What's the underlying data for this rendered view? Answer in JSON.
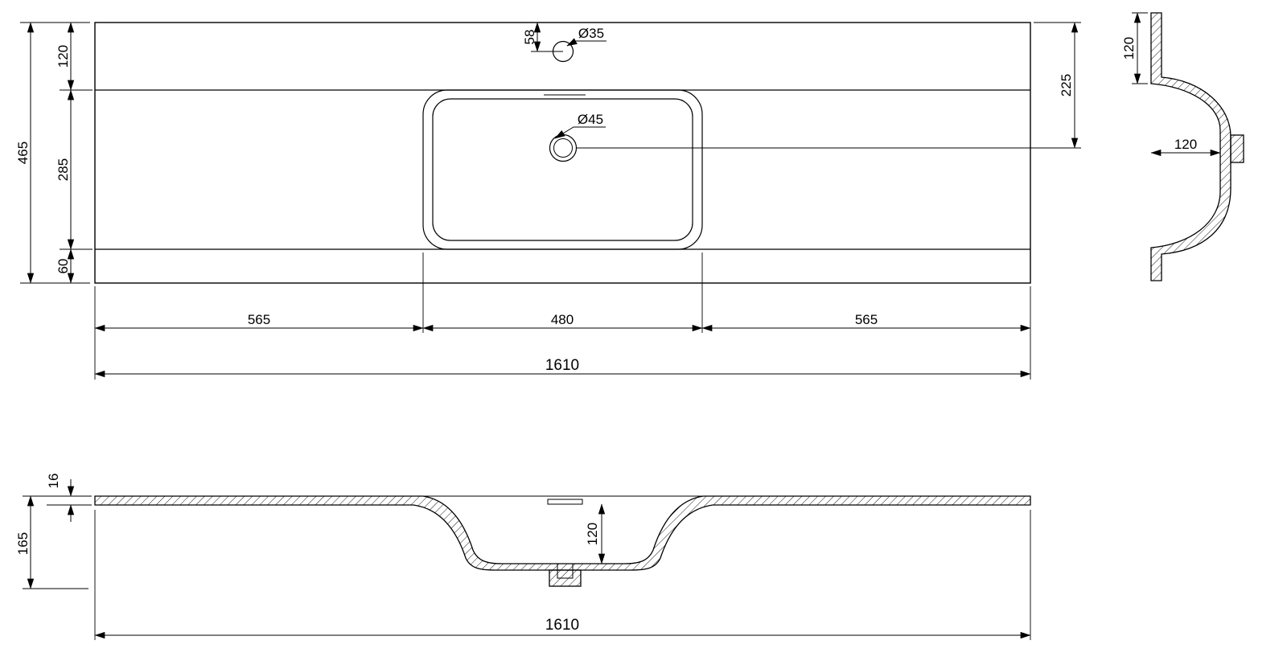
{
  "drawing_type": "washbasin countertop technical drawing",
  "top_view": {
    "overall_width": "1610",
    "overall_depth": "465",
    "back_depth": "120",
    "mid_depth": "285",
    "front_depth": "60",
    "faucet_offset": "58",
    "faucet_diameter": "Ø35",
    "drain_diameter": "Ø45",
    "drain_offset": "225",
    "left_segment": "565",
    "basin_width": "480",
    "right_segment": "565"
  },
  "side_view": {
    "back_ledge": "120",
    "bowl_depth": "120"
  },
  "front_section": {
    "slab_thickness": "16",
    "overall_height": "165",
    "bowl_depth": "120",
    "overall_width": "1610"
  }
}
